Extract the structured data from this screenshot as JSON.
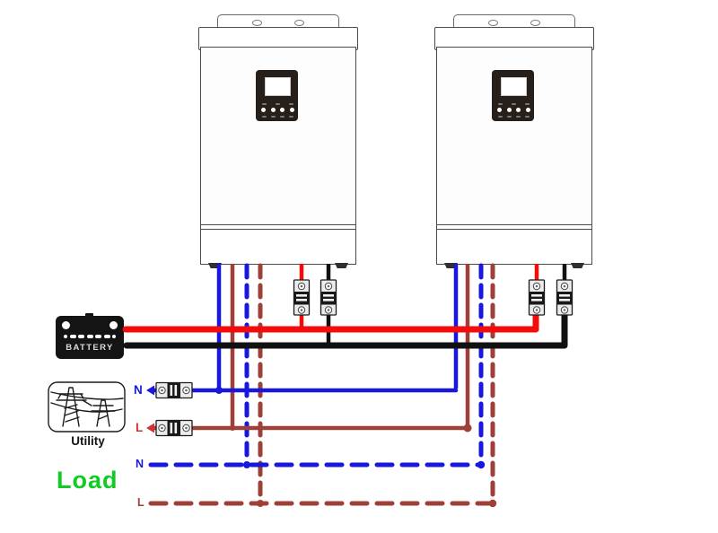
{
  "labels": {
    "battery": "BATTERY",
    "utility": "Utility",
    "load": "Load",
    "utility_neutral": "N",
    "utility_line": "L",
    "load_neutral": "N",
    "load_line": "L"
  },
  "colors": {
    "battery_positive_wire": "#f20c0c",
    "battery_negative_wire": "#111111",
    "neutral_wire": "#1717dd",
    "line_wire": "#9e4038",
    "load_label": "#0fcc22",
    "utility_line_label": "#cf3434"
  },
  "icons": {
    "battery": "battery-icon",
    "utility": "transmission-towers-icon",
    "breaker": "circuit-breaker-icon",
    "inverter_display": "lcd-display-panel"
  },
  "components": {
    "inverter_count": 2,
    "breaker_count": 6
  }
}
